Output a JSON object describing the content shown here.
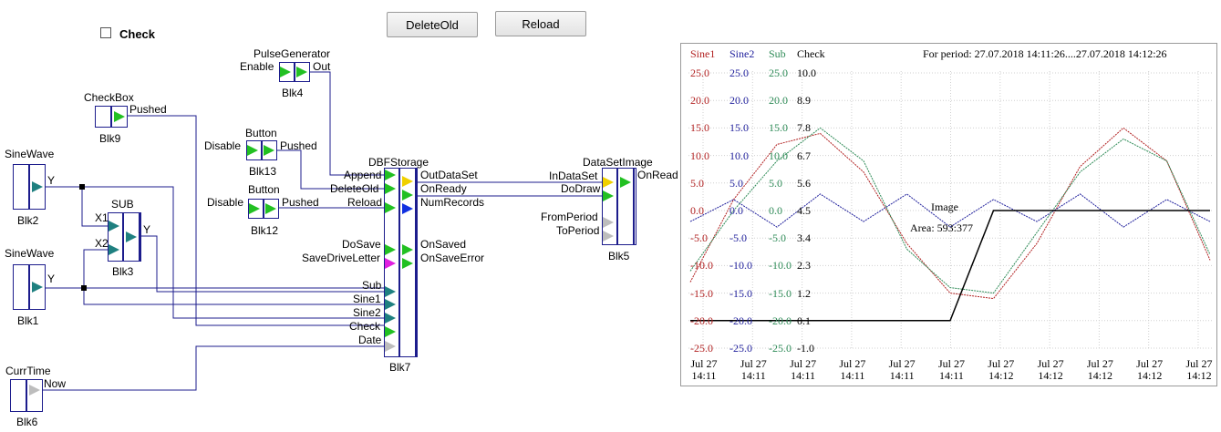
{
  "toolbar": {
    "check_label": "Check",
    "delete_old_label": "DeleteOld",
    "reload_label": "Reload"
  },
  "blocks": {
    "pulse_generator": {
      "title": "PulseGenerator",
      "name": "Blk4",
      "in": "Enable",
      "out": "Out"
    },
    "checkbox": {
      "title": "CheckBox",
      "name": "Blk9",
      "out": "Pushed"
    },
    "button13": {
      "title": "Button",
      "name": "Blk13",
      "in": "Disable",
      "out": "Pushed"
    },
    "button12": {
      "title": "Button",
      "name": "Blk12",
      "in": "Disable",
      "out": "Pushed"
    },
    "sinewave2": {
      "title": "SineWave",
      "name": "Blk2",
      "out": "Y"
    },
    "sinewave1": {
      "title": "SineWave",
      "name": "Blk1",
      "out": "Y"
    },
    "sub": {
      "title": "SUB",
      "name": "Blk3",
      "in1": "X1",
      "in2": "X2",
      "out": "Y"
    },
    "currtime": {
      "title": "CurrTime",
      "name": "Blk6",
      "out": "Now"
    },
    "dbfstorage": {
      "title": "DBFStorage",
      "name": "Blk7",
      "inputs": [
        "Append",
        "DeleteOld",
        "Reload",
        "DoSave",
        "SaveDriveLetter",
        "Sub",
        "Sine1",
        "Sine2",
        "Check",
        "Date"
      ],
      "outputs": [
        "OutDataSet",
        "OnReady",
        "NumRecords",
        "OnSaved",
        "OnSaveError"
      ]
    },
    "datasetimage": {
      "title": "DataSetImage",
      "name": "Blk5",
      "inputs": [
        "InDataSet",
        "DoDraw",
        "FromPeriod",
        "ToPeriod"
      ],
      "outputs": [
        "OnRead"
      ]
    }
  },
  "chart": {
    "legend": [
      "Sine1",
      "Sine2",
      "Sub",
      "Check"
    ],
    "period_text": "For period: 27.07.2018 14:11:26....27.07.2018 14:12:26",
    "image_label": "Image",
    "area_label": "Area: 593:377",
    "colors": {
      "sine1": "#b22222",
      "sine2": "#1f1f9c",
      "sub": "#2e8b57",
      "check": "#000000"
    },
    "scale_rows": [
      [
        "25.0",
        "25.0",
        "25.0",
        "10.0"
      ],
      [
        "20.0",
        "20.0",
        "20.0",
        "8.9"
      ],
      [
        "15.0",
        "15.0",
        "15.0",
        "7.8"
      ],
      [
        "10.0",
        "10.0",
        "10.0",
        "6.7"
      ],
      [
        "5.0",
        "5.0",
        "5.0",
        "5.6"
      ],
      [
        "0.0",
        "0.0",
        "0.0",
        "4.5"
      ],
      [
        "-5.0",
        "-5.0",
        "-5.0",
        "3.4"
      ],
      [
        "-10.0",
        "-10.0",
        "-10.0",
        "2.3"
      ],
      [
        "-15.0",
        "-15.0",
        "-15.0",
        "1.2"
      ],
      [
        "-20.0",
        "-20.0",
        "-20.0",
        "0.1"
      ],
      [
        "-25.0",
        "-25.0",
        "-25.0",
        "-1.0"
      ]
    ],
    "time_ticks": [
      [
        "Jul 27",
        "14:11"
      ],
      [
        "Jul 27",
        "14:11"
      ],
      [
        "Jul 27",
        "14:11"
      ],
      [
        "Jul 27",
        "14:11"
      ],
      [
        "Jul 27",
        "14:11"
      ],
      [
        "Jul 27",
        "14:11"
      ],
      [
        "Jul 27",
        "14:12"
      ],
      [
        "Jul 27",
        "14:12"
      ],
      [
        "Jul 27",
        "14:12"
      ],
      [
        "Jul 27",
        "14:12"
      ],
      [
        "Jul 27",
        "14:12"
      ]
    ]
  },
  "chart_data": {
    "type": "line",
    "title": "For period: 27.07.2018 14:11:26....27.07.2018 14:12:26",
    "xlabel": "",
    "ylabel": "",
    "x": [
      "14:11:26",
      "14:11:31",
      "14:11:36",
      "14:11:41",
      "14:11:46",
      "14:11:51",
      "14:11:56",
      "14:12:01",
      "14:12:06",
      "14:12:11",
      "14:12:16",
      "14:12:21",
      "14:12:26"
    ],
    "ylim": [
      -25.0,
      25.0
    ],
    "grid": true,
    "legend": "top-left",
    "series": [
      {
        "name": "Sine1",
        "values": [
          -13,
          2,
          12,
          14,
          7,
          -6,
          -15,
          -16,
          -6,
          8,
          15,
          9,
          -9
        ]
      },
      {
        "name": "Sine2",
        "values": [
          -2,
          2,
          -3,
          3,
          -2,
          3,
          -3,
          2,
          -2,
          3,
          -3,
          2,
          -2
        ]
      },
      {
        "name": "Sub",
        "values": [
          -11,
          0,
          9,
          15,
          9,
          -7,
          -14,
          -15,
          -4,
          7,
          13,
          9,
          -8
        ]
      },
      {
        "name": "Check",
        "values": [
          0.1,
          0.1,
          0.1,
          0.1,
          0.1,
          0.1,
          0.1,
          4.5,
          4.5,
          4.5,
          4.5,
          4.5,
          4.5
        ]
      }
    ]
  }
}
